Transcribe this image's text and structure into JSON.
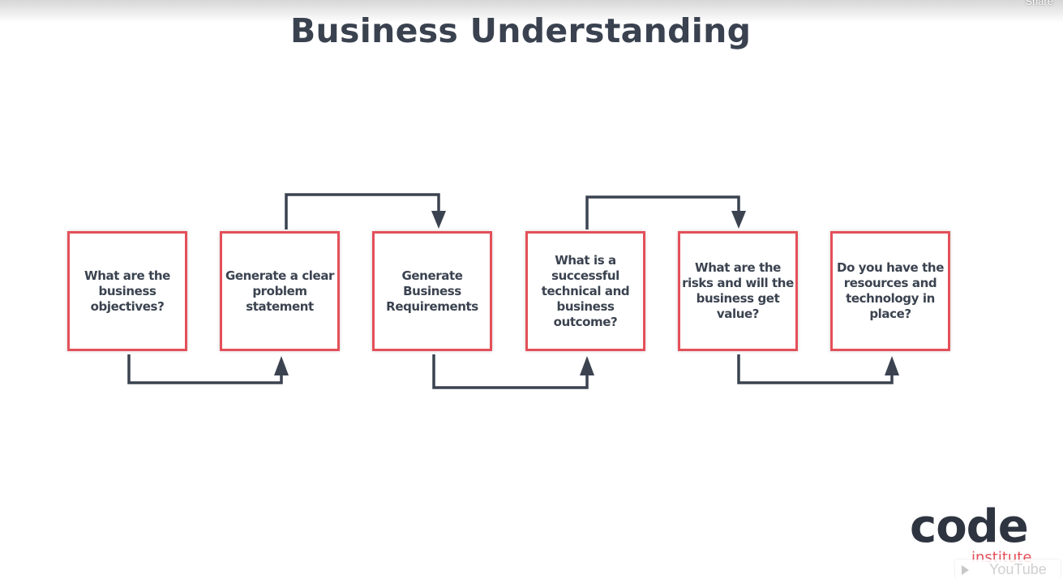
{
  "header": {
    "share_label": "Share"
  },
  "diagram": {
    "title": "Business Understanding",
    "steps": [
      {
        "label": "What are the business objectives?"
      },
      {
        "label": "Generate a clear problem statement"
      },
      {
        "label": "Generate Business Requirements"
      },
      {
        "label": "What is a successful technical and business outcome?"
      },
      {
        "label": "What are the risks and will the business get value?"
      },
      {
        "label": "Do you have the resources and technology in place?"
      }
    ]
  },
  "logo": {
    "main": "code",
    "sub": "institute"
  },
  "player": {
    "youtube_label": "YouTube"
  },
  "colors": {
    "box_border": "#e4505a",
    "connector": "#3b4350",
    "title": "#3a4250",
    "logo_accent": "#e4505a"
  }
}
